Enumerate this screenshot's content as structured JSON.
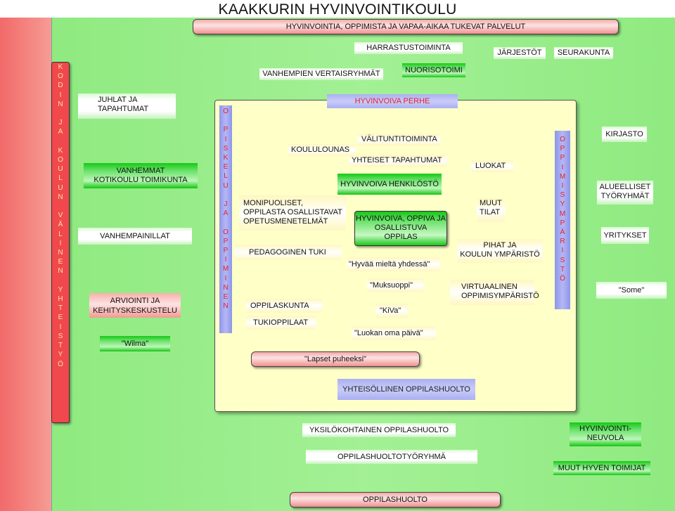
{
  "title": "KAAKKURIN HYVINVOINTIKOULU",
  "top_banner": "HYVINVOINTIA, OPPIMISTA  JA VAPAA-AIKAA TUKEVAT PALVELUT",
  "bottom_banner": "OPPILASHUOLTO",
  "left_vertical": [
    "K",
    "O",
    "D",
    "I",
    "N",
    "",
    "J",
    "A",
    "",
    "K",
    "O",
    "U",
    "L",
    "U",
    "N",
    "",
    "V",
    "Ä",
    "L",
    "I",
    "N",
    "E",
    "N",
    "",
    "Y",
    "H",
    "T",
    "E",
    "I",
    "S",
    "T",
    "Y",
    "Ö"
  ],
  "opiskelu_vertical": [
    "O",
    "",
    "P",
    "I",
    "S",
    "K",
    "E",
    "L",
    "U",
    "",
    "J",
    "A",
    "",
    "O",
    "P",
    "P",
    "I",
    "M",
    "I",
    "N",
    "E",
    "N"
  ],
  "oppimis_vertical": [
    "O",
    "P",
    "P",
    "I",
    "M",
    "I",
    "S",
    "Y",
    "M",
    "P",
    "Ä",
    "R",
    "I",
    "S",
    "T",
    "Ö"
  ],
  "outer": {
    "harrastus": "HARRASTUSTOIMINTA",
    "jarjestot": "JÄRJESTÖT",
    "seurakunta": "SEURAKUNTA",
    "vanhempien": "VANHEMPIEN VERTAISRYHMÄT",
    "nuoriso": "NUORISOTOIMI",
    "juhlat": [
      "JUHLAT JA",
      "TAPAHTUMAT"
    ],
    "vanhemmat": [
      "VANHEMMAT",
      "KOTIKOULU TOIMIKUNTA"
    ],
    "vanhempainillat": "VANHEMPAINILLAT",
    "arviointi": [
      "ARVIOINTI JA",
      "KEHITYSKESKUSTELU"
    ],
    "wilma": "\"Wilma\"",
    "kirjasto": "KIRJASTO",
    "alueelliset": [
      "ALUEELLISET",
      "TYÖRYHMÄT"
    ],
    "yritykset": "YRITYKSET",
    "some": "\"Some\"",
    "yksilo": "YKSILÖKOHTAINEN OPPILASHUOLTO",
    "oppilashuoltoryhma": "OPPILASHUOLTOTYÖRYHMÄ",
    "neuvola": [
      "HYVINVOINTI-",
      "NEUVOLA"
    ],
    "muut_toimijat": "MUUT HYVEN TOIMIJAT"
  },
  "inner": {
    "perhe": "HYVINVOIVA PERHE",
    "valitunti": "VÄLITUNTITOIMINTA",
    "kouluruoka": "KOULULOUNAS",
    "yhteiset": "YHTEISET TAPAHTUMAT",
    "luokat": "LUOKAT",
    "henkilosto": "HYVINVOIVA HENKILÖSTÖ",
    "monipuoliset": [
      "MONIPUOLISET,",
      "OPPILASTA OSALLISTAVAT",
      "OPETUSMENETELMÄT"
    ],
    "muut_tilat": [
      "MUUT",
      "TILAT"
    ],
    "center": [
      "HYVINVOIVA, OPPIVA JA",
      "OSALLISTUVA",
      "OPPILAS"
    ],
    "pedagoginen": "PEDAGOGINEN TUKI",
    "pihat": [
      "PIHAT JA",
      "KOULUN YMPÄRISTÖ"
    ],
    "hyvaa_mielta": "\"Hyvää mieltä yhdessä\"",
    "muksuoppi": "\"Muksuoppi\"",
    "virtuaalinen": [
      "VIRTUAALINEN",
      "OPPIMISYMPÄRISTÖ"
    ],
    "oppilaskunta": "OPPILASKUNTA",
    "kiva": "\"KiVa\"",
    "tukioppilaat": "TUKIOPPILAAT",
    "luokan_paiva": "\"Luokan oma päivä\"",
    "lapset_puheeksi": "\"Lapset puheeksi\"",
    "yhteisollinen": "YHTEISÖLLINEN OPPILASHUOLTO"
  }
}
